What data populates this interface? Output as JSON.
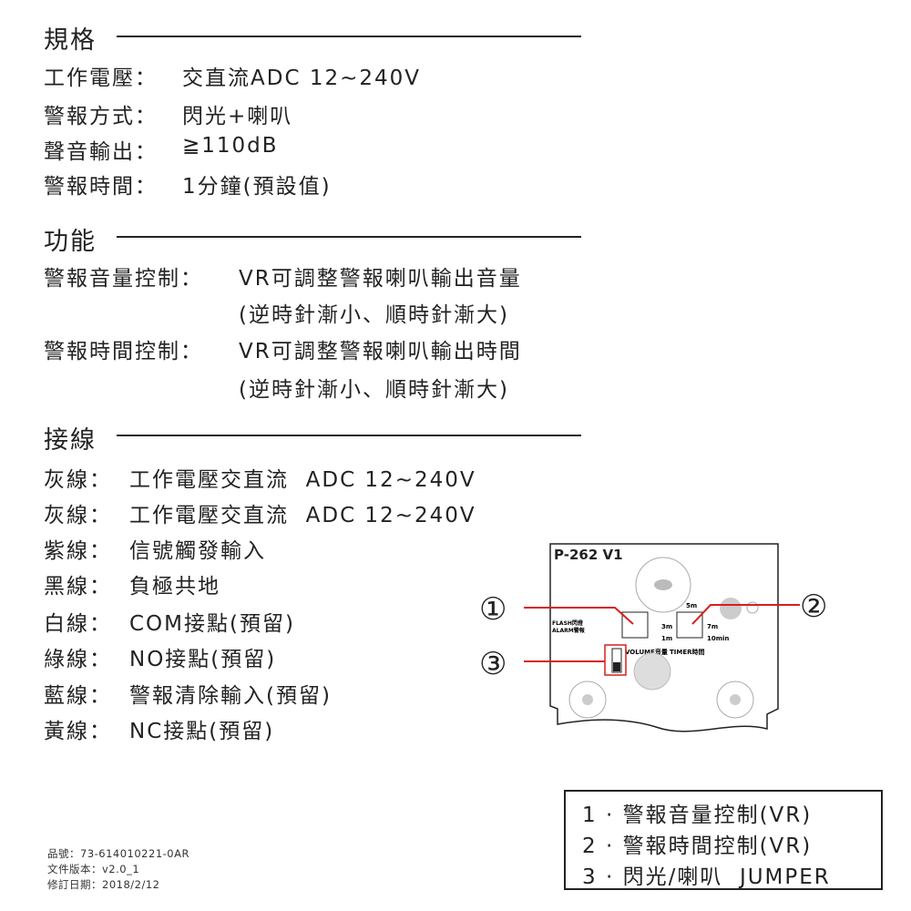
{
  "spec": {
    "heading": "規格",
    "rows": [
      {
        "label": "工作電壓：",
        "value": "交直流ADC 12~240V"
      },
      {
        "label": "警報方式：",
        "value": "閃光+喇叭"
      },
      {
        "label": "聲音輸出：",
        "value": "≧110dB"
      },
      {
        "label": "警報時間：",
        "value": "1分鐘(預設值)"
      }
    ]
  },
  "func": {
    "heading": "功能",
    "rows": [
      {
        "label": "警報音量控制：",
        "value": "VR可調整警報喇叭輸出音量",
        "note": "(逆時針漸小、順時針漸大)"
      },
      {
        "label": "警報時間控制：",
        "value": "VR可調整警報喇叭輸出時間",
        "note": "(逆時針漸小、順時針漸大)"
      }
    ]
  },
  "wiring": {
    "heading": "接線",
    "rows": [
      {
        "label": "灰線：",
        "value": "工作電壓交直流  ADC 12~240V"
      },
      {
        "label": "灰線：",
        "value": "工作電壓交直流  ADC 12~240V"
      },
      {
        "label": "紫線：",
        "value": "信號觸發輸入"
      },
      {
        "label": "黑線：",
        "value": "負極共地"
      },
      {
        "label": "白線：",
        "value": "COM接點(預留)"
      },
      {
        "label": "綠線：",
        "value": "NO接點(預留)"
      },
      {
        "label": "藍線：",
        "value": "警報清除輸入(預留)"
      },
      {
        "label": "黃線：",
        "value": "NC接點(預留)"
      }
    ]
  },
  "board": {
    "model": "P-262 V1",
    "callouts": [
      "①",
      "②",
      "③"
    ],
    "flash": "FLASH閃燈",
    "alarm": "ALARM警報",
    "volume": "VOLUME音量",
    "timer": "TIMER時間",
    "t1": "1m",
    "t3": "3m",
    "t5": "5m",
    "t7": "7m",
    "t10": "10min",
    "accent": "#d81e1e"
  },
  "legend": [
    "1 · 警報音量控制(VR)",
    "2 · 警報時間控制(VR)",
    "3 · 閃光/喇叭  JUMPER"
  ],
  "footer": {
    "part": "品號：73-614010221-0AR",
    "version": "文件版本：v2.0_1",
    "date": "修訂日期：2018/2/12"
  }
}
